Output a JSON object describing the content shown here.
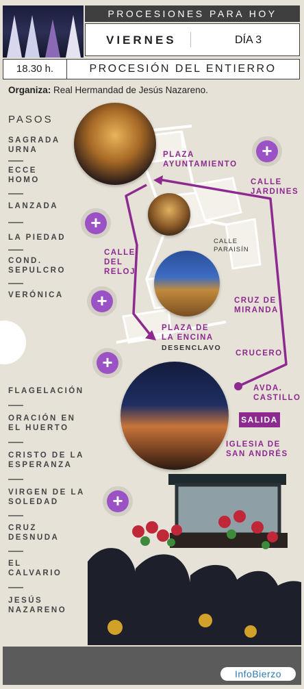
{
  "header": {
    "title": "PROCESIONES PARA HOY",
    "weekday": "VIERNES",
    "day": "DÍA 3",
    "time": "18.30 h.",
    "procession": "PROCESIÓN DEL ENTIERRO"
  },
  "organiza": {
    "label": "Organiza:",
    "value": "Real Hermandad de Jesús Nazareno."
  },
  "pasos": {
    "title": "PASOS",
    "items": [
      [
        "SAGRADA",
        "URNA"
      ],
      [
        "ECCE",
        "HOMO"
      ],
      [
        "LANZADA"
      ],
      [
        "LA PIEDAD"
      ],
      [
        "COND.",
        "SEPULCRO"
      ],
      [
        "VERÓNICA"
      ],
      [
        "FLAGELACIÓN"
      ],
      [
        "ORACIÓN EN",
        "EL HUERTO"
      ],
      [
        "CRISTO DE LA",
        "ESPERANZA"
      ],
      [
        "VIRGEN DE LA",
        "SOLEDAD"
      ],
      [
        "CRUZ",
        "DESNUDA"
      ],
      [
        "EL",
        "CALVARIO"
      ],
      [
        "JESÚS",
        "NAZARENO"
      ]
    ]
  },
  "map": {
    "plaza_ayto": [
      "PLAZA",
      "AYUNTAMIENTO"
    ],
    "calle_jardines": [
      "CALLE",
      "JARDINES"
    ],
    "calle_paraisin": [
      "CALLE",
      "PARAISÍN"
    ],
    "calle_reloj": [
      "CALLE",
      "DEL",
      "RELOJ"
    ],
    "cruz_miranda": [
      "CRUZ DE",
      "MIRANDA"
    ],
    "plaza_encina": [
      "PLAZA DE",
      "LA ENCINA"
    ],
    "desenclavo": "DESENCLAVO",
    "crucero": "CRUCERO",
    "avda_castillo": [
      "AVDA.",
      "CASTILLO"
    ],
    "salida": "SALIDA",
    "iglesia": [
      "IGLESIA DE",
      "SAN ANDRÉS"
    ],
    "plus_symbol": "+"
  },
  "footer": {
    "logo": "InfoBierzo"
  },
  "colors": {
    "accent": "#8d2a8f",
    "plus": "#9a52c4",
    "header_dark": "#3f3f3f",
    "background": "#e6e2d7"
  }
}
